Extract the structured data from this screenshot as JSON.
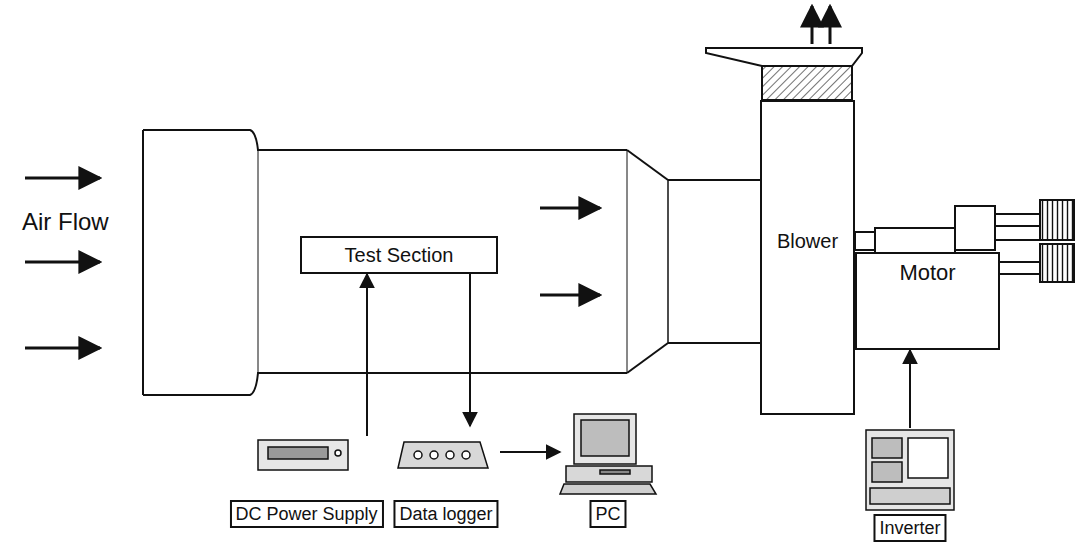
{
  "diagram": {
    "nodes": [
      {
        "text": [
          "Test Section"
        ]
      },
      {
        "text": [
          "Blower"
        ]
      },
      {
        "text": [
          "Motor"
        ]
      },
      {
        "text": [
          "DC Power Supply"
        ]
      },
      {
        "text": [
          "Data logger"
        ]
      },
      {
        "text": [
          "PC"
        ]
      },
      {
        "text": [
          "Inverter"
        ]
      }
    ],
    "edges": [
      {
        "from": 3,
        "to": 0,
        "arrow": "to"
      },
      {
        "from": 0,
        "to": 4,
        "arrow": "to"
      },
      {
        "from": 4,
        "to": 5,
        "arrow": "to"
      },
      {
        "from": 6,
        "to": 2,
        "arrow": "to"
      }
    ],
    "labels": [
      "Air Flow"
    ]
  }
}
